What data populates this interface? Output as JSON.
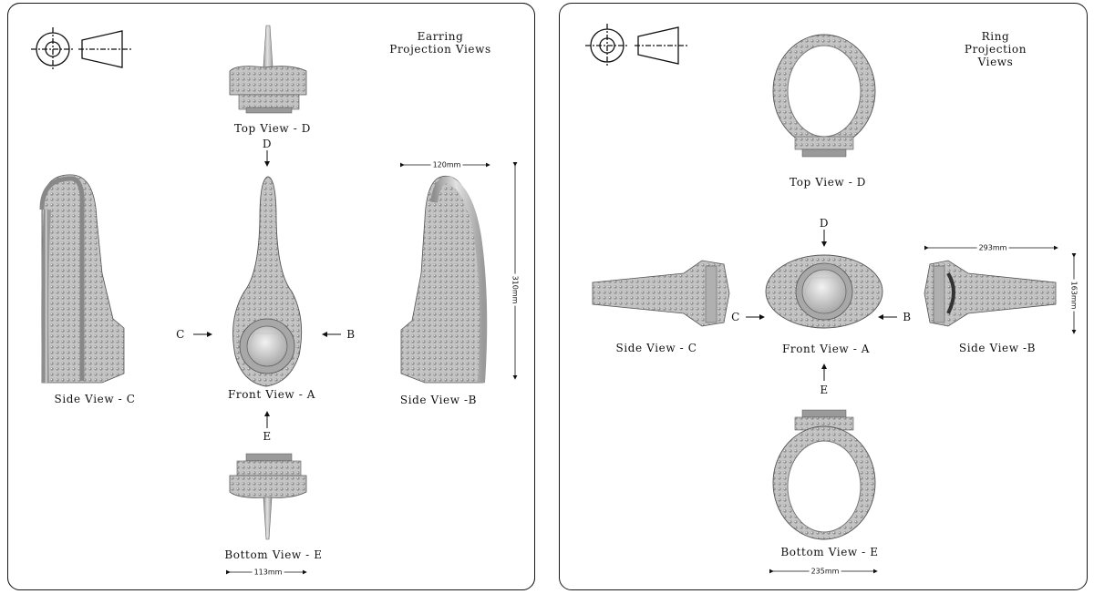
{
  "earring": {
    "title": [
      "Earring",
      "Projection Views"
    ],
    "views": {
      "top": "Top View - D",
      "front": "Front View - A",
      "side_c": "Side View - C",
      "side_b": "Side View -B",
      "bottom": "Bottom View - E"
    },
    "arrows": {
      "d": "D",
      "c": "C",
      "b": "B",
      "e": "E"
    },
    "dimensions": {
      "width": "120mm",
      "height": "310mm",
      "bottom_width": "113mm"
    }
  },
  "ring": {
    "title": [
      "Ring",
      "Projection Views"
    ],
    "views": {
      "top": "Top View - D",
      "front": "Front View - A",
      "side_c": "Side View - C",
      "side_b": "Side View -B",
      "bottom": "Bottom View - E"
    },
    "arrows": {
      "d": "D",
      "c": "C",
      "b": "B",
      "e": "E"
    },
    "dimensions": {
      "width": "293mm",
      "height": "163mm",
      "bottom_width": "235mm"
    }
  },
  "icons": [
    "projection-symbol-icon"
  ]
}
